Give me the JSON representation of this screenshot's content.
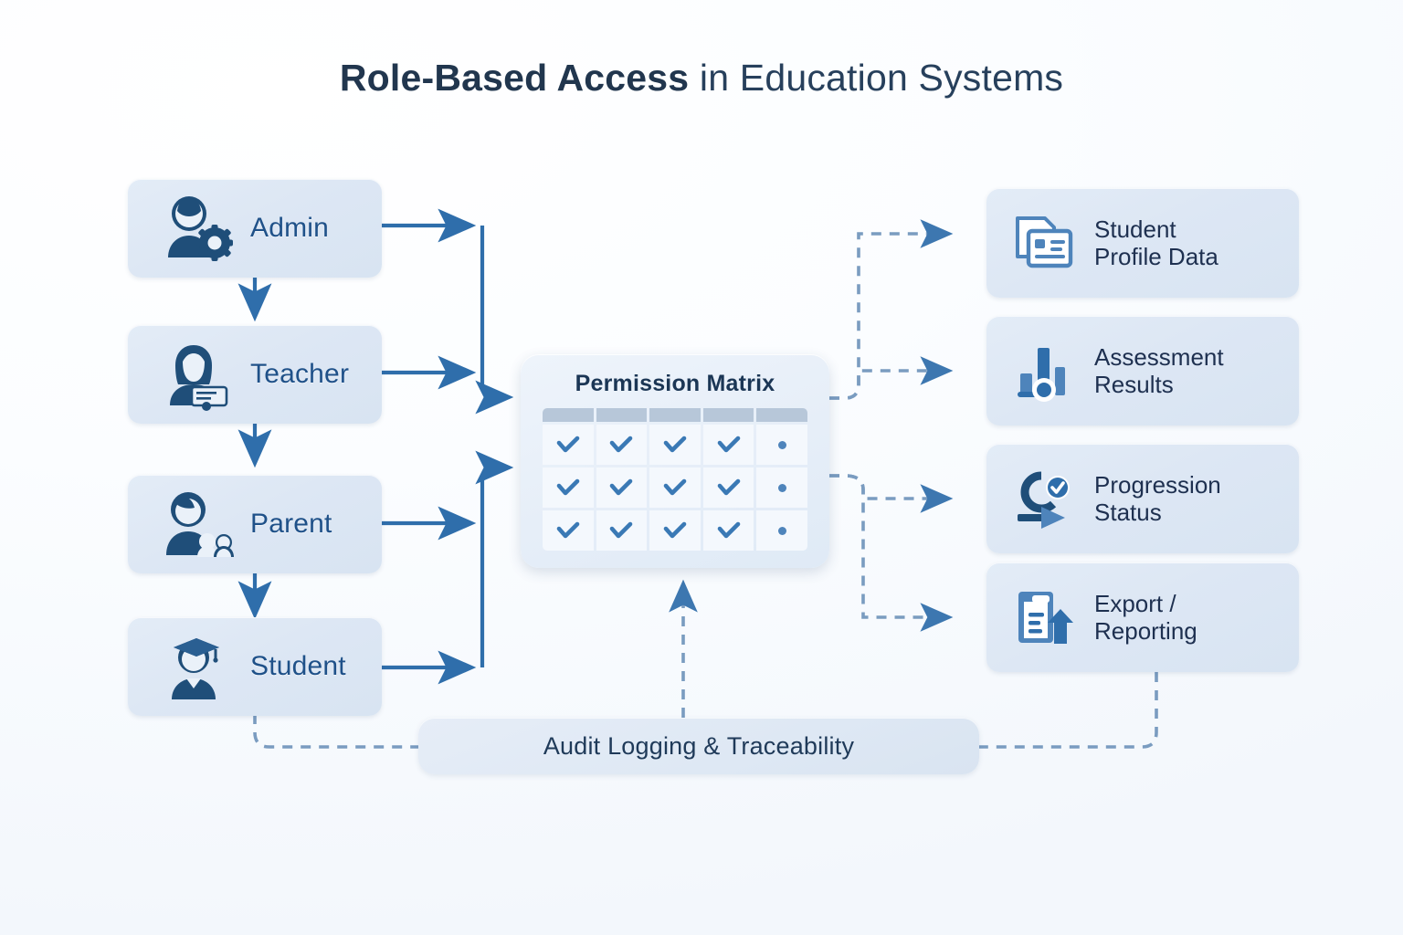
{
  "title": {
    "strong": "Role-Based Access",
    "light": " in Education Systems"
  },
  "colors": {
    "card_bg": "#dde7f4",
    "role_text": "#1f5189",
    "resource_text": "#1e3050",
    "solid_arrow": "#2f6eab",
    "dashed_arrow": "#7a9cc0",
    "icon_dark": "#1f4e79",
    "icon_mid": "#4e84bb",
    "matrix_header": "#b7c7d9",
    "page_bg": "#ffffff"
  },
  "roles": [
    {
      "label": "Admin",
      "icon": "user-gear-icon"
    },
    {
      "label": "Teacher",
      "icon": "teacher-badge-icon"
    },
    {
      "label": "Parent",
      "icon": "parent-children-icon"
    },
    {
      "label": "Student",
      "icon": "graduate-cap-icon"
    }
  ],
  "matrix": {
    "title": "Permission Matrix",
    "columns": 5,
    "rows": 3,
    "header_row": true,
    "cells": [
      [
        "check",
        "check",
        "check",
        "check",
        "dot"
      ],
      [
        "check",
        "check",
        "check",
        "check",
        "dot"
      ],
      [
        "check",
        "check",
        "check",
        "check",
        "dot"
      ]
    ]
  },
  "resources": [
    {
      "label": "Student\nProfile Data",
      "icon": "profile-card-icon"
    },
    {
      "label": "Assessment\nResults",
      "icon": "bar-chart-icon"
    },
    {
      "label": "Progression\nStatus",
      "icon": "progress-check-icon"
    },
    {
      "label": "Export /\nReporting",
      "icon": "export-upload-icon"
    }
  ],
  "audit": {
    "label": "Audit Logging & Traceability"
  }
}
